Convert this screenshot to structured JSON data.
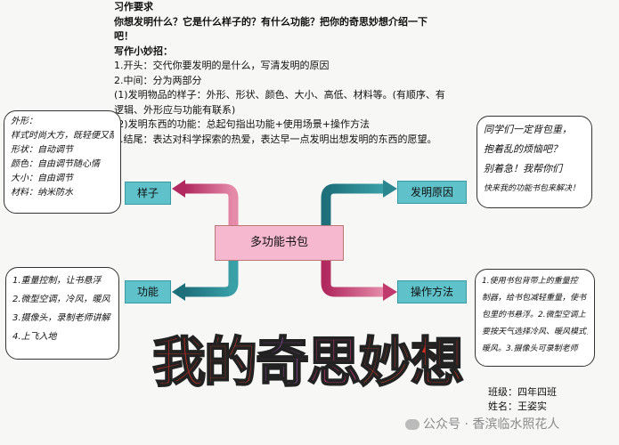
{
  "instructions": {
    "heading": "习作要求",
    "question_line1": "你想发明什么？它是什么样子的？有什么功能？把你的奇思妙想介绍一下",
    "question_line2": "吧！",
    "tips_heading": "写作小妙招：",
    "tip1": "1.开头：交代你要发明的是什么，写清发明的原因",
    "tip2": "2.中间：分为两部分",
    "tip2a_line1": "(1)发明物品的样子：外形、形状、颜色、大小、高低、材料等。(有顺序、有",
    "tip2a_line2": "逻辑、外形应与功能有联系)",
    "tip2b": "(2)发明东西的功能：总起句指出功能+使用场景+操作方法",
    "tip3": "3.结尾：表达对科学探索的热爱，表达早一点发明出想发明的东西的愿望。"
  },
  "center": {
    "label": "多功能书包"
  },
  "nodes": {
    "appearance": "样子",
    "reason": "发明原因",
    "function": "功能",
    "operation": "操作方法"
  },
  "appearance_notes": [
    "外形：",
    "样式时尚大方，既轻便又耐用",
    "形状：自动调节",
    "颜色：自由调节随心情",
    "大小：自由调节",
    "材料：纳米防水"
  ],
  "reason_notes": [
    "同学们一定背包重，",
    "抱着乱的烦恼吧？",
    "别着急！我帮你们",
    "快来我的功能书包来解决！"
  ],
  "function_notes": [
    "1.重量控制，让书悬浮",
    "2.微型空调，冷风，暖风",
    "3.摄像头，录制老师讲解",
    "4.上飞入地"
  ],
  "operation_notes": [
    "1.使用书包背带上的重量控",
    "制器，给书包减轻重量，使书",
    "包里的书悬浮。2.微型空调上",
    "要按天气选择冷风、暖风模式，就能",
    "暖风。3.摄像头可录制老师"
  ],
  "title": [
    "我",
    "的",
    "奇",
    "思",
    "妙",
    "想"
  ],
  "class_info": "班级：四年四班",
  "name_info": "姓名：王姿实",
  "watermark": "公众号 · 香滨临水照花人",
  "colors": {
    "teal": "#5fc1c9",
    "pink": "#f6b8cf",
    "title": [
      "#d62d20",
      "#e6462f",
      "#9b4fa8",
      "#d8357a",
      "#e6462f",
      "#d62d20"
    ]
  }
}
